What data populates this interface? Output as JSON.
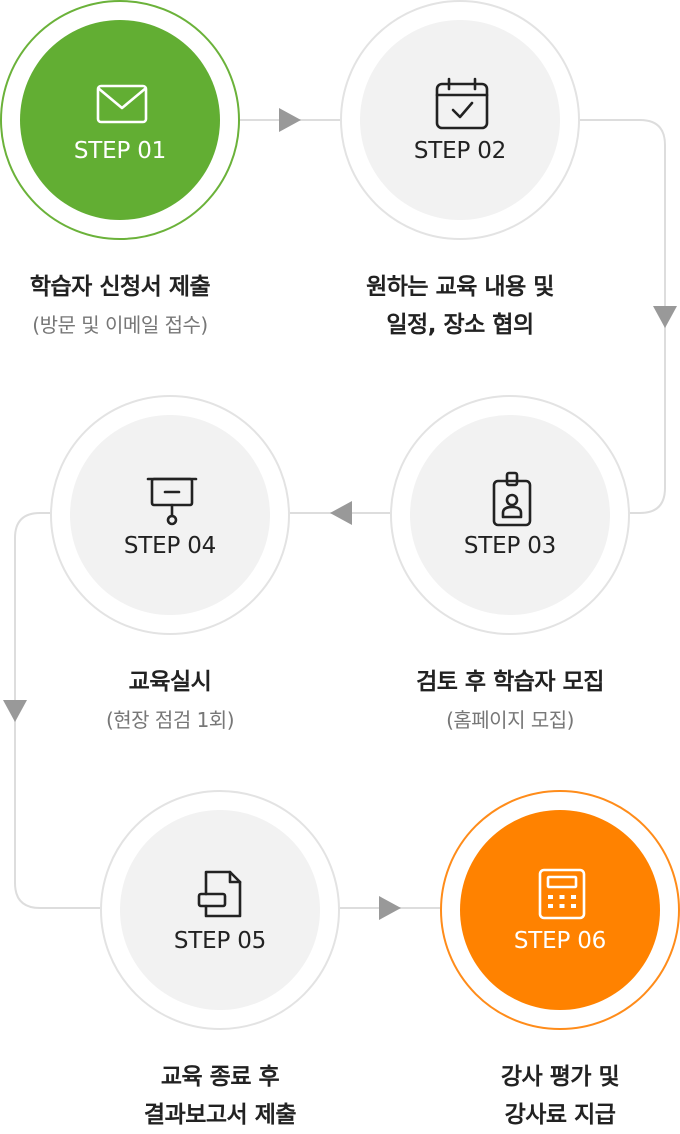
{
  "steps": [
    {
      "label": "STEP 01",
      "icon": "envelope-icon",
      "title_lines": [
        "학습자 신청서 제출"
      ],
      "sub": "(방문 및 이메일 접수)"
    },
    {
      "label": "STEP 02",
      "icon": "calendar-check-icon",
      "title_lines": [
        "원하는 교육 내용 및",
        "일정, 장소 협의"
      ],
      "sub": ""
    },
    {
      "label": "STEP 03",
      "icon": "id-badge-icon",
      "title_lines": [
        "검토 후 학습자 모집"
      ],
      "sub": "(홈페이지 모집)"
    },
    {
      "label": "STEP 04",
      "icon": "presentation-board-icon",
      "title_lines": [
        "교육실시"
      ],
      "sub": "(현장 점검 1회)"
    },
    {
      "label": "STEP 05",
      "icon": "document-icon",
      "title_lines": [
        "교육 종료 후",
        "결과보고서 제출"
      ],
      "sub": ""
    },
    {
      "label": "STEP 06",
      "icon": "calculator-icon",
      "title_lines": [
        "강사 평가 및",
        "강사료 지급"
      ],
      "sub": ""
    }
  ],
  "colors": {
    "step01": "#62ae33",
    "step06": "#ff8200",
    "default_fill": "#f2f2f2",
    "ring": "#e3e3e3",
    "arrow": "#999999",
    "line": "#dddddd"
  }
}
